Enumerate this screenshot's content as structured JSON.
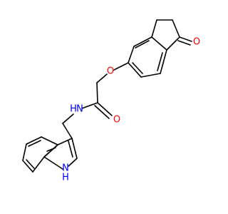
{
  "molecule": {
    "colors": {
      "bond": "#000000",
      "oxygen": "#ff0000",
      "nitrogen": "#0000ff"
    },
    "atoms": {
      "ketone_oxygen": "O",
      "ether_oxygen": "O",
      "amide_oxygen": "O",
      "amide_nitrogen": "N",
      "amide_hydrogen": "H",
      "indole_nitrogen": "N",
      "indole_hydrogen": "H"
    }
  }
}
